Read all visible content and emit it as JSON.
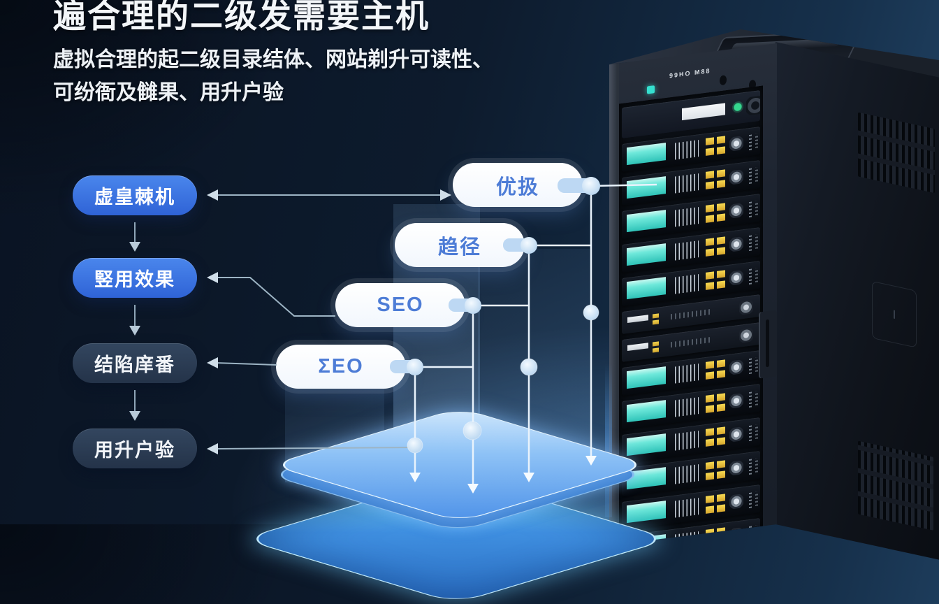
{
  "header": {
    "title": "遍合理的二级发需要主机",
    "subtitle_lines": [
      "虚拟合理的起二级目录结体、网站剃升可读性、",
      "可纷衙及雠果、用升户验"
    ]
  },
  "flowchart": {
    "left_nodes": [
      {
        "label": "虚皇棘机"
      },
      {
        "label": "竪用效果"
      },
      {
        "label": "结陷庠番"
      },
      {
        "label": "用升户验"
      }
    ],
    "right_nodes": [
      {
        "label": "优扱"
      },
      {
        "label": "趋径"
      },
      {
        "label": "SEO"
      },
      {
        "label": "ΣEO"
      }
    ]
  },
  "server": {
    "logo_text": "99HO M88",
    "unit_count": 13
  },
  "colors": {
    "node_blue": "#3a74e0",
    "node_dark": "#2c3e58",
    "pill_text_blue": "#4d7cd6",
    "screen_teal": "#4ccfc4",
    "led_yellow": "#ecc93f",
    "platform_blue": "#6aaef2",
    "background_navy": "#0c1a2a"
  }
}
